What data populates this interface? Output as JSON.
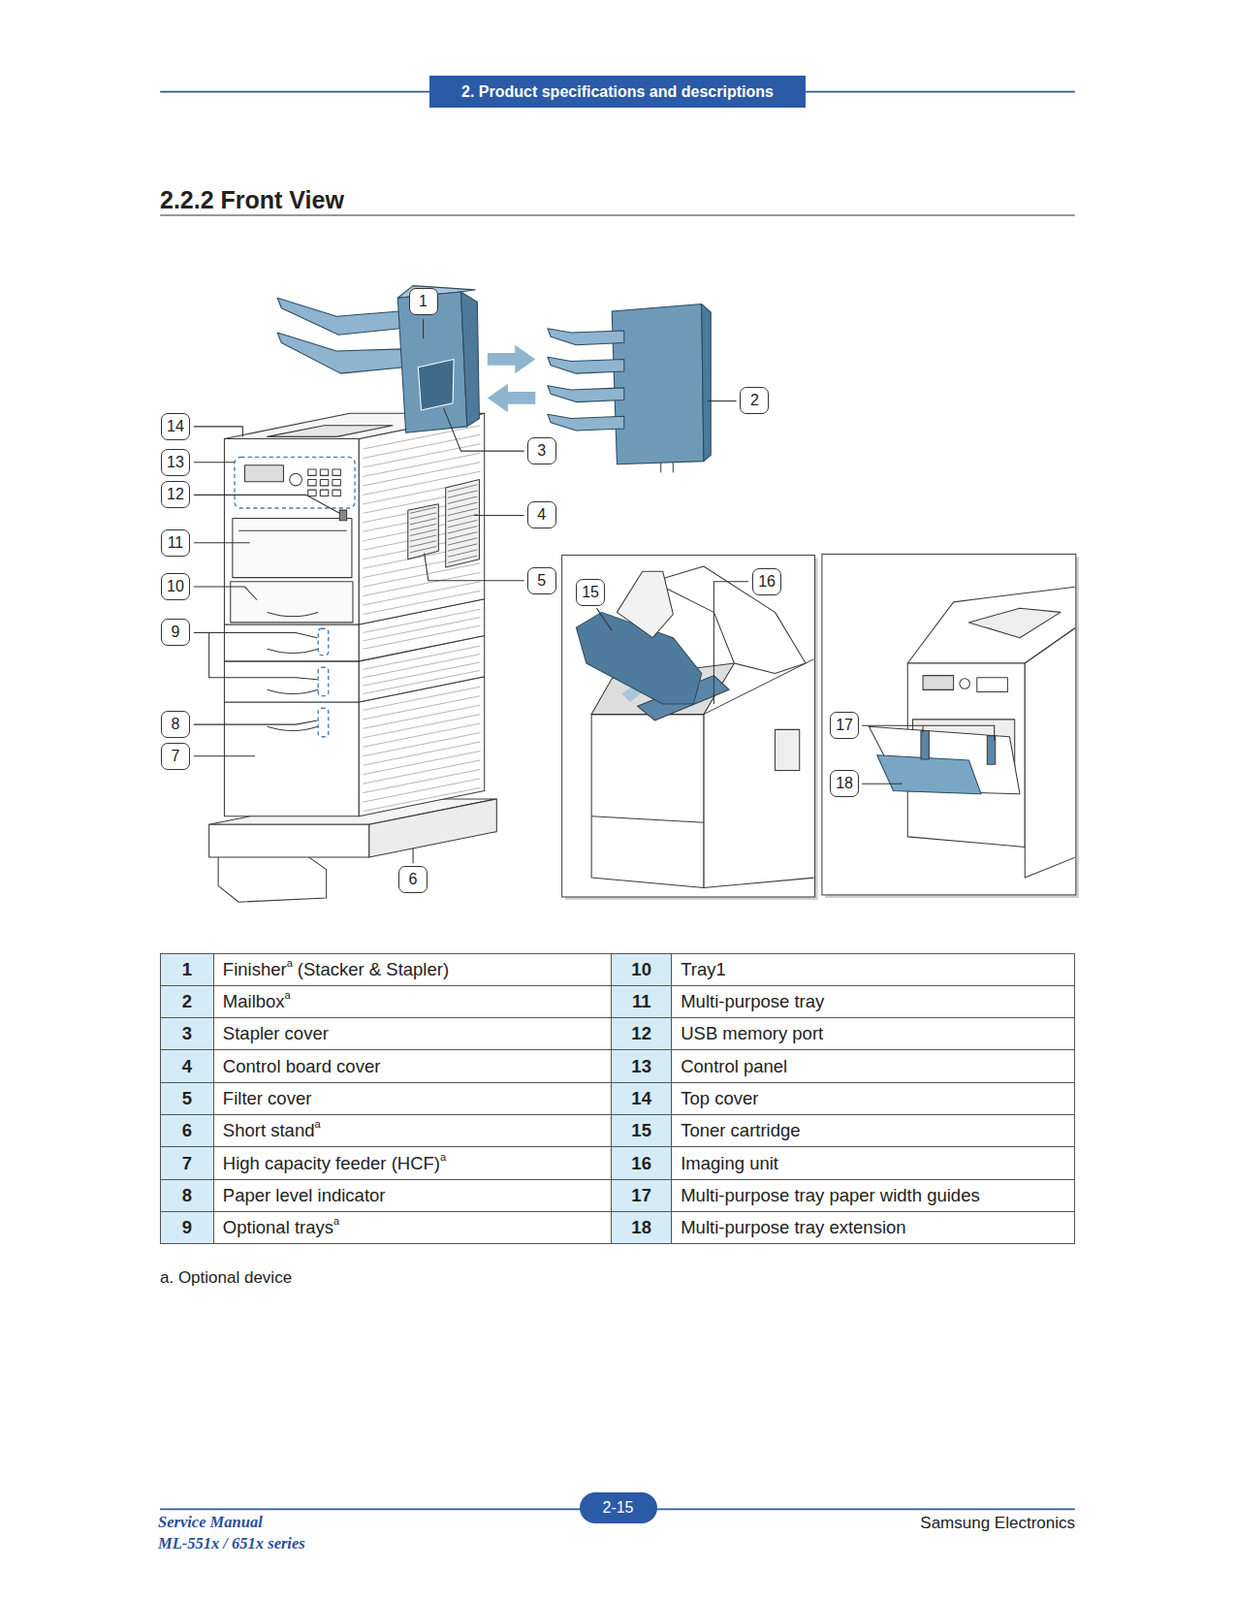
{
  "diagram": {
    "title": "2.2.2 Front View",
    "nodes": [
      {
        "text": [
          "2. Product specifications and descriptions"
        ]
      },
      {
        "text": [
          "1"
        ]
      },
      {
        "text": [
          "2"
        ]
      },
      {
        "text": [
          "14"
        ]
      },
      {
        "text": [
          "3"
        ]
      },
      {
        "text": [
          "13"
        ]
      },
      {
        "text": [
          "12"
        ]
      },
      {
        "text": [
          "4"
        ]
      },
      {
        "text": [
          "11"
        ]
      },
      {
        "text": [
          "5"
        ]
      },
      {
        "text": [
          "16"
        ]
      },
      {
        "text": [
          "10"
        ]
      },
      {
        "text": [
          "15"
        ]
      },
      {
        "text": [
          "9"
        ]
      },
      {
        "text": [
          "8"
        ]
      },
      {
        "text": [
          "17"
        ]
      },
      {
        "text": [
          "7"
        ]
      },
      {
        "text": [
          "18"
        ]
      },
      {
        "text": [
          "6"
        ]
      },
      {
        "text": [
          "2-15"
        ]
      }
    ],
    "labels": [
      "1",
      "Finisher",
      "a",
      "(Stacker & Stapler)",
      "10",
      "Tray1",
      "2",
      "Mailbox",
      "a",
      "11",
      "Multi-purpose tray",
      "3",
      "Stapler cover",
      "12",
      "USB memory port",
      "4",
      "Control board cover",
      "13",
      "Control panel",
      "5",
      "Filter cover",
      "14",
      "Top cover",
      "6",
      "Short stand",
      "a",
      "15",
      "Toner cartridge",
      "7",
      "High capacity feeder (HCF)",
      "a",
      "16",
      "Imaging unit",
      "8",
      "Paper level indicator",
      "17",
      "Multi-purpose tray paper width guides",
      "9",
      "Optional trays",
      "a",
      "18",
      "Multi-purpose tray extension",
      "a. Optional device",
      "Service Manual",
      "ML-551x / 651x series",
      "Samsung Electronics"
    ]
  }
}
